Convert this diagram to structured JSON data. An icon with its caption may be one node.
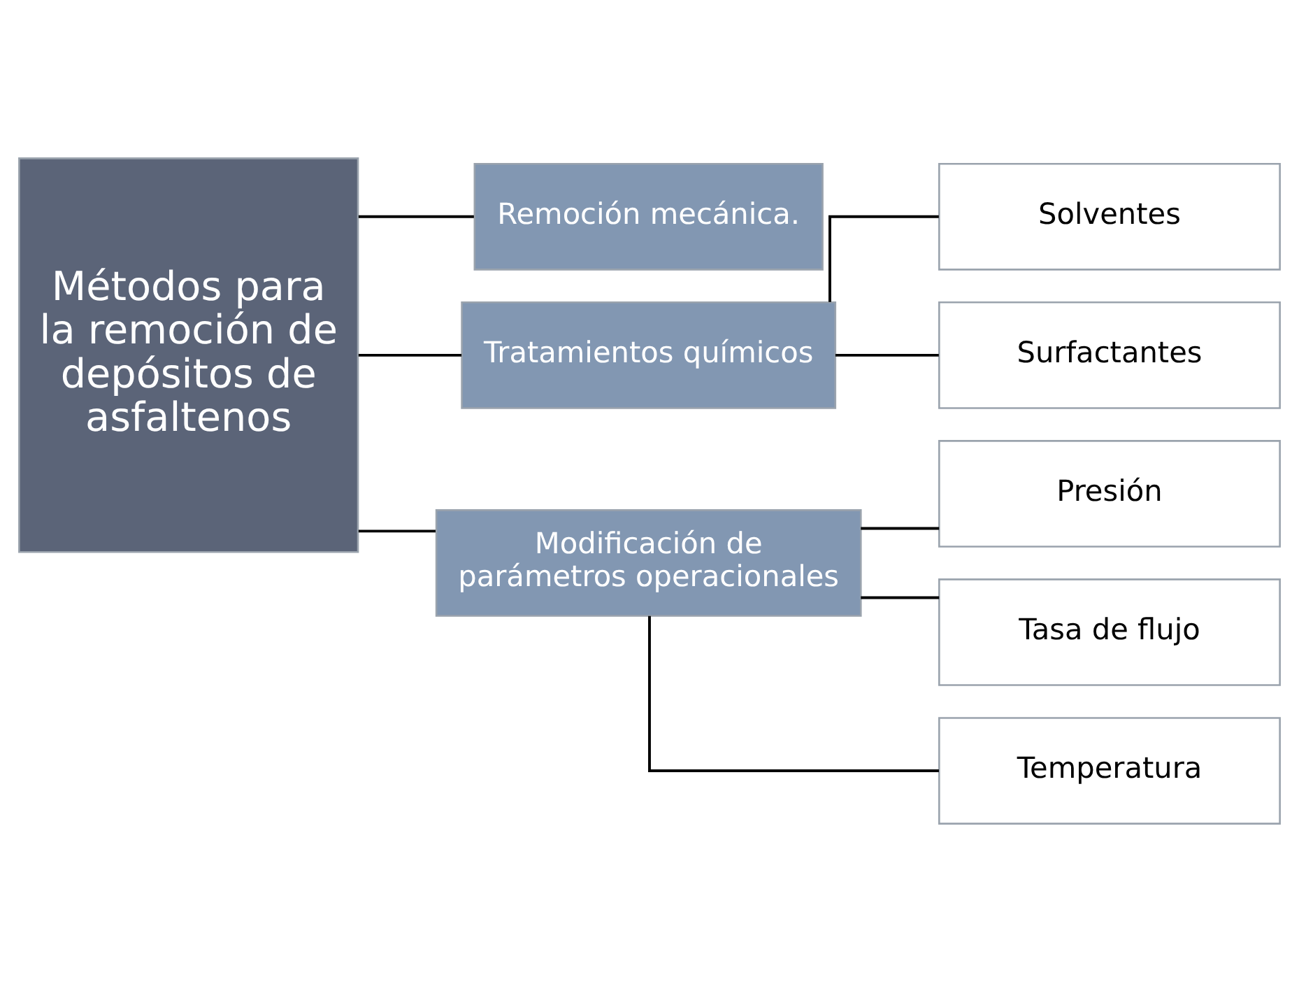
{
  "diagram": {
    "nodes": [
      {
        "text": [
          "Métodos para la remoción de depósitos de asfaltenos"
        ]
      },
      {
        "text": [
          "Remoción mecánica."
        ]
      },
      {
        "text": [
          "Tratamientos químicos"
        ]
      },
      {
        "text": [
          "Solventes"
        ]
      },
      {
        "text": [
          "Surfactantes"
        ]
      },
      {
        "text": [
          "Modificación de parámetros operacionales"
        ]
      },
      {
        "text": [
          "Presión"
        ]
      },
      {
        "text": [
          "Tasa de flujo"
        ]
      },
      {
        "text": [
          "Temperatura"
        ]
      }
    ],
    "edges": [
      {
        "from": 0,
        "to": 1,
        "arrow": "none"
      },
      {
        "from": 0,
        "to": 2,
        "arrow": "none"
      },
      {
        "from": 0,
        "to": 5,
        "arrow": "none"
      },
      {
        "from": 2,
        "to": 3,
        "arrow": "none"
      },
      {
        "from": 2,
        "to": 4,
        "arrow": "none"
      },
      {
        "from": 5,
        "to": 6,
        "arrow": "none"
      },
      {
        "from": 5,
        "to": 7,
        "arrow": "none"
      },
      {
        "from": 5,
        "to": 8,
        "arrow": "none"
      }
    ]
  }
}
